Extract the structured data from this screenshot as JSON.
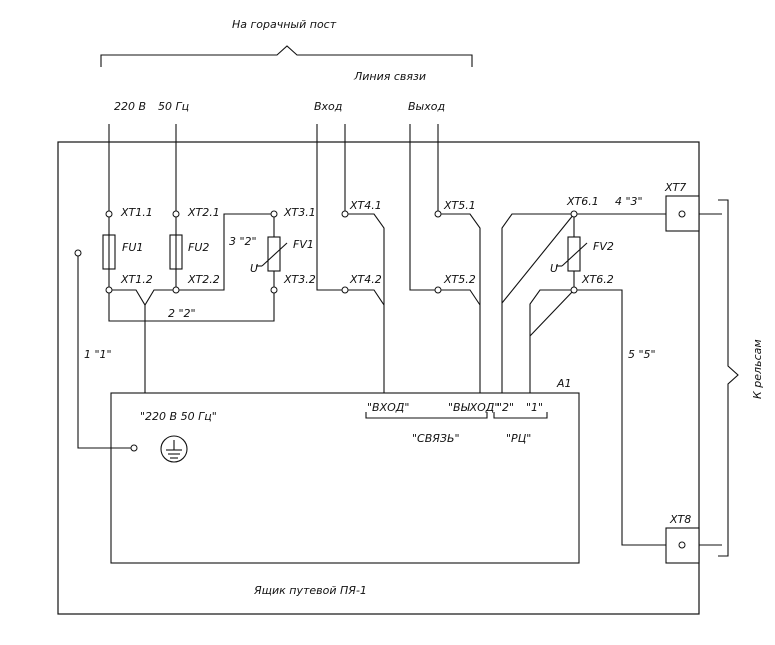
{
  "header": {
    "to_post": "На горачный пост",
    "comm_line": "Линия связи"
  },
  "inputs": {
    "power_220": "220 В",
    "power_50": "50 Гц",
    "vkhod": "Вход",
    "vykhod": "Выход"
  },
  "terminals": {
    "xt1_1": "XT1.1",
    "xt1_2": "XT1.2",
    "xt2_1": "XT2.1",
    "xt2_2": "XT2.2",
    "xt3_1": "XT3.1",
    "xt3_2": "XT3.2",
    "xt4_1": "XT4.1",
    "xt4_2": "XT4.2",
    "xt5_1": "XT5.1",
    "xt5_2": "XT5.2",
    "xt6_1": "XT6.1",
    "xt6_2": "XT6.2",
    "xt7": "XT7",
    "xt8": "XT8"
  },
  "components": {
    "fu1": "FU1",
    "fu2": "FU2",
    "fv1": "FV1",
    "fv2": "FV2",
    "u1": "U",
    "u2": "U",
    "a1": "A1"
  },
  "wires": {
    "w1": "1 \"1\"",
    "w2": "2 \"2\"",
    "w3": "3 \"2\"",
    "w4": "4 \"3\"",
    "w5": "5 \"5\""
  },
  "block_a1": {
    "power_label": "\"220 В   50 Гц\"",
    "vkhod": "\"ВХОД\"",
    "vykhod": "\"ВЫХОД\"",
    "rc2": "\"2\"",
    "rc1": "\"1\"",
    "svyaz": "\"СВЯЗЬ\"",
    "rc": "\"РЦ\""
  },
  "rails_label": "К рельсам",
  "footer": "Ящик путевой ПЯ-1"
}
